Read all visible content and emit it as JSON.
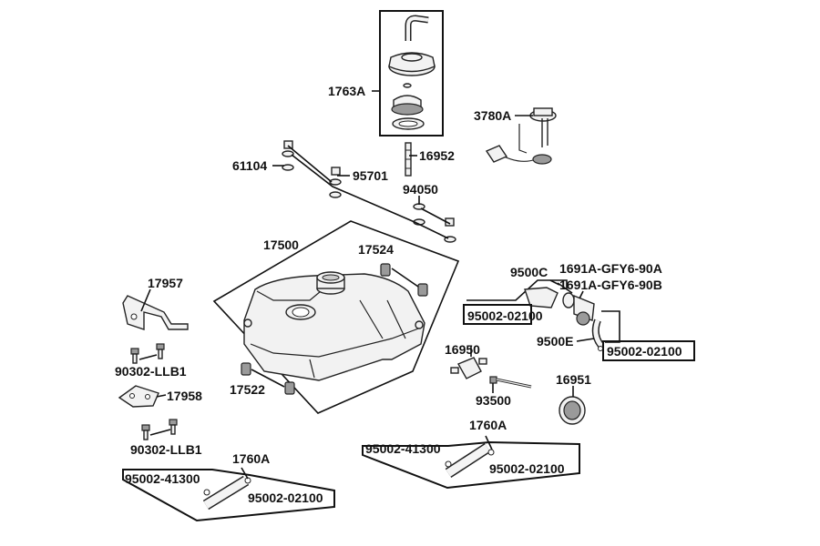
{
  "labels": {
    "l1763A": "1763A",
    "l3780A": "3780A",
    "l16952": "16952",
    "l61104": "61104",
    "l95701": "95701",
    "l94050": "94050",
    "l17500": "17500",
    "l17524": "17524",
    "l17957": "17957",
    "l90302_top": "90302-LLB1",
    "l17958": "17958",
    "l90302_bot": "90302-LLB1",
    "l17522": "17522",
    "l9500C": "9500C",
    "l1691A_A": "1691A-GFY6-90A",
    "l1691A_B": "1691A-GFY6-90B",
    "l95002_02100_a": "95002-02100",
    "l9500E": "9500E",
    "l95002_02100_b": "95002-02100",
    "l16950": "16950",
    "l93500": "93500",
    "l16951": "16951",
    "l1760A_right": "1760A",
    "l95002_41300_right": "95002-41300",
    "l95002_02100_c": "95002-02100",
    "l1760A_left": "1760A",
    "l95002_41300_left": "95002-41300",
    "l95002_02100_d": "95002-02100"
  }
}
